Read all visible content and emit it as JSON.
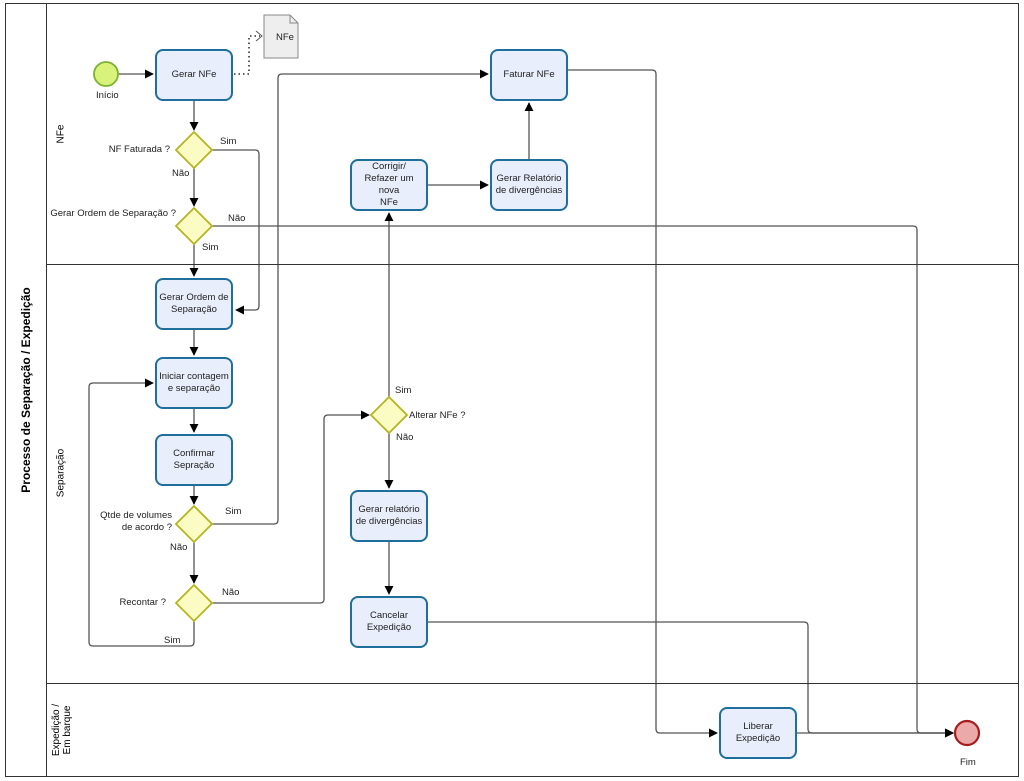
{
  "pool": {
    "title": "Processo de Separação / Expedição"
  },
  "lanes": [
    {
      "id": "nfe",
      "label": "NFe"
    },
    {
      "id": "separacao",
      "label": "Separação"
    },
    {
      "id": "expedicao",
      "label": "Expedição /\nEm barque"
    }
  ],
  "events": {
    "start": {
      "label": "Início",
      "color": "#d9f27a",
      "stroke": "#7ab32e"
    },
    "end": {
      "label": "Fim",
      "color": "#eba9a9",
      "stroke": "#a51d1d"
    }
  },
  "document": {
    "label": "NFe"
  },
  "tasks": {
    "gerar_nfe": "Gerar NFe",
    "faturar_nfe": "Faturar NFe",
    "corrigir_nfe": "Corrigir/\nRefazer um nova\nNFe",
    "gerar_relatorio_nfe": "Gerar Relatório\nde divergências",
    "gerar_ordem": "Gerar Ordem de\nSeparação",
    "iniciar_contagem": "Iniciar contagem\ne separação",
    "confirmar_separacao": "Confirmar\nSepração",
    "gerar_relatorio_sep": "Gerar relatório\nde divergências",
    "cancelar_expedicao": "Cancelar\nExpedição",
    "liberar_expedicao": "Liberar\nExpedição"
  },
  "gateways": {
    "nf_faturada": "NF Faturada ?",
    "gerar_ordem": "Gerar Ordem de Separação ?",
    "qtde_volumes": "Qtde de volumes\nde acordo ?",
    "recontar": "Recontar ?",
    "alterar_nfe": "Alterar NFe ?"
  },
  "flow_labels": {
    "sim": "Sim",
    "nao": "Não"
  },
  "colors": {
    "task_fill": "#e8eefb",
    "task_stroke": "#1f6e9c",
    "gateway_fill": "#fbfbc4",
    "gateway_stroke": "#b5b51f",
    "flow": "#444444"
  }
}
